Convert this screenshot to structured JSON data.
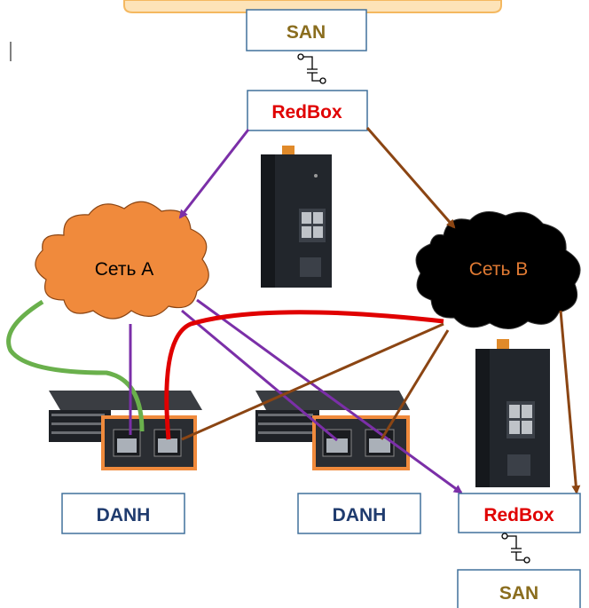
{
  "nodes": {
    "san_top": "SAN",
    "redbox_top": "RedBox",
    "network_a": "Сеть A",
    "network_b": "Сеть B",
    "danh_left": "DANH",
    "danh_right": "DANH",
    "redbox_bottom": "RedBox",
    "san_bottom": "SAN"
  },
  "colors": {
    "san_text": "#8a6d1e",
    "redbox_text": "#e00000",
    "danh_text": "#1f3b6e",
    "box_border": "#41719c",
    "cloud_a_fill": "#f08a3c",
    "cloud_b_fill": "#000000",
    "cloud_b_text": "#e07a33",
    "link_purple": "#7b2fa8",
    "link_brown": "#8b4513",
    "link_red": "#e00000",
    "link_green": "#6ab04c",
    "banner_fill": "#fde3b8",
    "banner_border": "#f4b860"
  }
}
